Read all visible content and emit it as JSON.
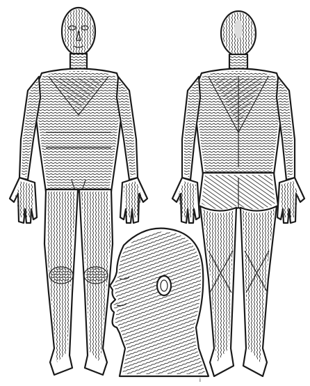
{
  "figure": {
    "views": [
      {
        "name": "anterior"
      },
      {
        "name": "posterior"
      },
      {
        "name": "head-lateral"
      }
    ],
    "colors": {
      "line": "#1a1a1a",
      "background": "#ffffff"
    },
    "marks": {
      "small_mark": "i"
    }
  }
}
